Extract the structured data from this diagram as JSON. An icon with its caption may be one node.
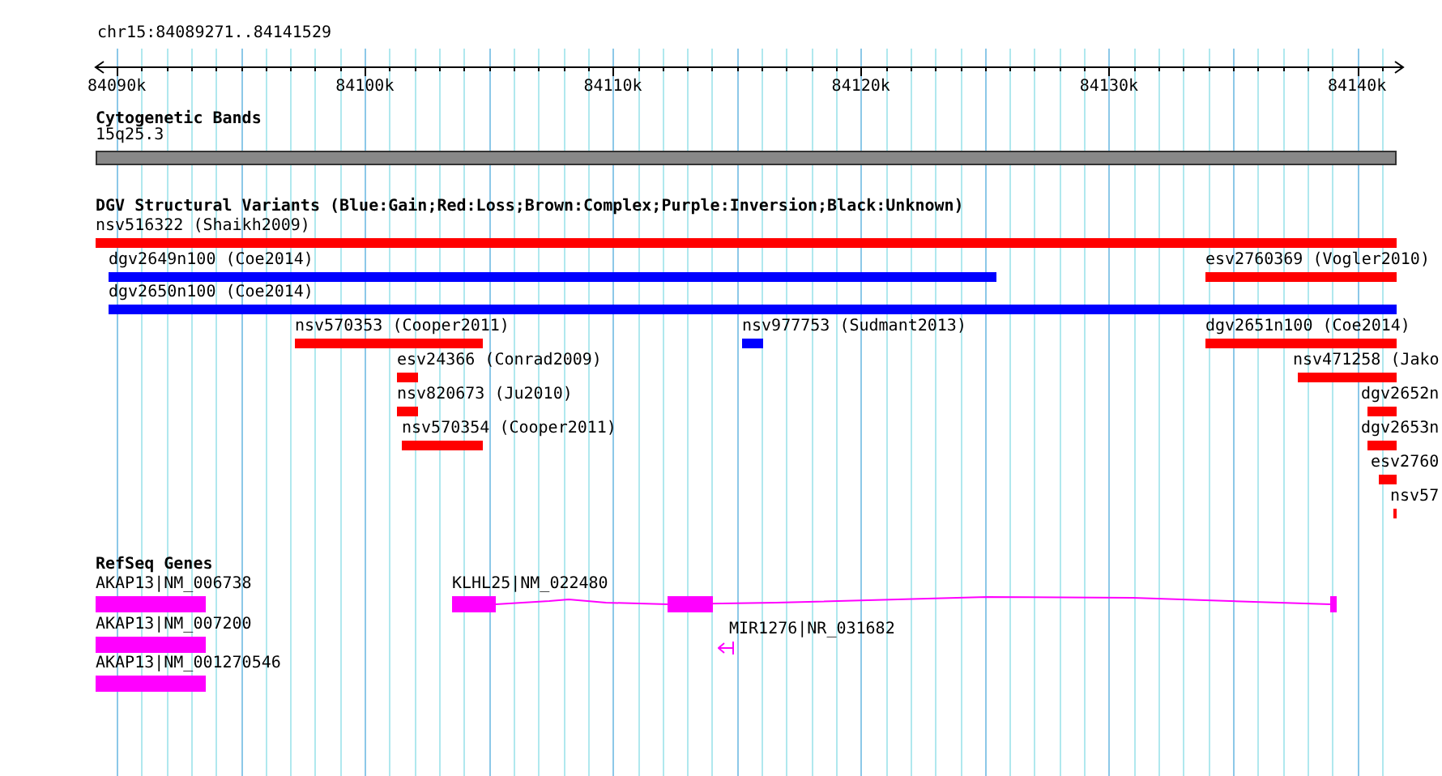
{
  "diagram": {
    "title": "chr15:84089271..84141529",
    "nodes": [
      {
        "text": [],
        "shape": "bar",
        "beside": [
          "15q25.3"
        ]
      },
      {
        "text": [],
        "shape": "bar",
        "beside": [
          "nsv516322 (Shaikh2009)"
        ]
      },
      {
        "text": [],
        "shape": "bar",
        "beside": [
          "dgv2649n100 (Coe2014)"
        ]
      },
      {
        "text": [],
        "shape": "bar",
        "beside": [
          "esv2760369 (Vogler2010)"
        ]
      },
      {
        "text": [],
        "shape": "bar",
        "beside": [
          "dgv2650n100 (Coe2014)"
        ]
      },
      {
        "text": [],
        "shape": "bar",
        "beside": [
          "nsv570353 (Cooper2011)"
        ]
      },
      {
        "text": [],
        "shape": "bar",
        "beside": [
          "nsv977753 (Sudmant2013)"
        ]
      },
      {
        "text": [],
        "shape": "bar",
        "beside": [
          "dgv2651n100 (Coe2014)"
        ]
      },
      {
        "text": [],
        "shape": "bar",
        "beside": [
          "esv24366 (Conrad2009)"
        ]
      },
      {
        "text": [],
        "shape": "bar",
        "beside": [
          "nsv471258 (Jako"
        ]
      },
      {
        "text": [],
        "shape": "bar",
        "beside": [
          "nsv820673 (Ju2010)"
        ]
      },
      {
        "text": [],
        "shape": "bar",
        "beside": [
          "dgv2652n"
        ]
      },
      {
        "text": [],
        "shape": "bar",
        "beside": [
          "nsv570354 (Cooper2011)"
        ]
      },
      {
        "text": [],
        "shape": "bar",
        "beside": [
          "dgv2653n"
        ]
      },
      {
        "text": [],
        "shape": "bar",
        "beside": [
          "esv2760"
        ]
      },
      {
        "text": [],
        "shape": "bar",
        "beside": [
          "nsv57"
        ]
      },
      {
        "text": [],
        "shape": "bar",
        "beside": [
          "AKAP13|NM_006738"
        ]
      },
      {
        "text": [],
        "shape": "bar",
        "beside": [
          "KLHL25|NM_022480"
        ]
      },
      {
        "text": [],
        "shape": "bar",
        "beside": [
          "AKAP13|NM_007200"
        ]
      },
      {
        "text": [],
        "shape": "arrow",
        "beside": [
          "MIR1276|NR_031682"
        ]
      },
      {
        "text": [],
        "shape": "bar",
        "beside": [
          "AKAP13|NM_001270546"
        ]
      }
    ],
    "labels": [
      "84090k",
      "84100k",
      "84110k",
      "84120k",
      "84130k",
      "84140k",
      "Cytogenetic Bands",
      "DGV Structural Variants (Blue:Gain;Red:Loss;Brown:Complex;Purple:Inversion;Black:Unknown)",
      "RefSeq Genes"
    ]
  }
}
